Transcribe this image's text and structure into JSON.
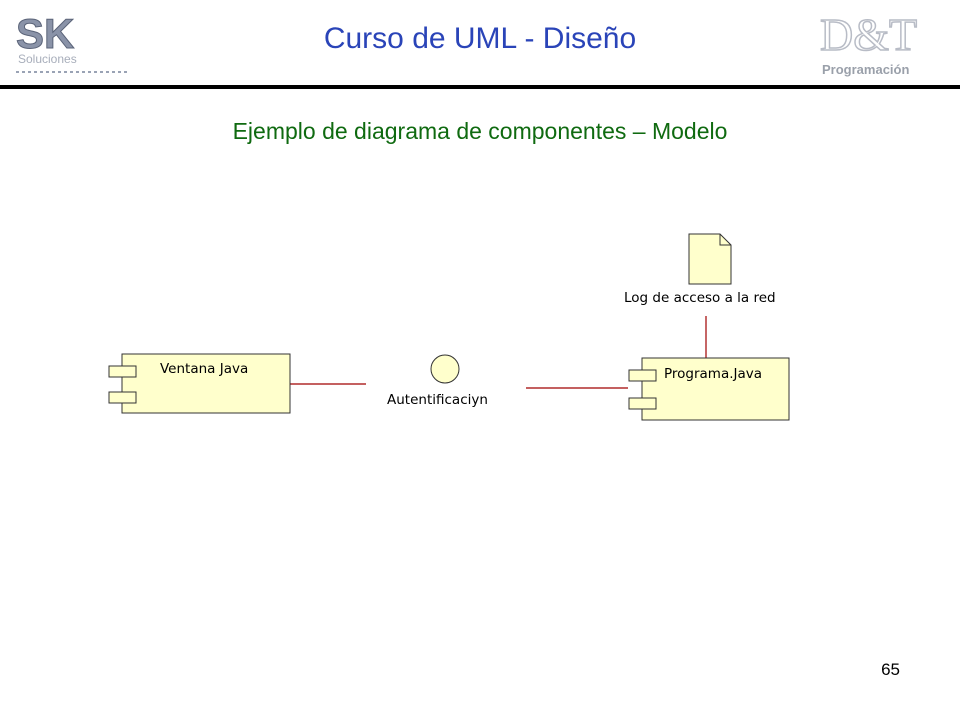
{
  "header": {
    "title": "Curso de UML - Diseño",
    "logo_left": {
      "text": "SK",
      "subtext": "Soluciones"
    },
    "logo_right": {
      "text": "D&T",
      "subtext": "Programación"
    }
  },
  "slide": {
    "subtitle": "Ejemplo de diagrama de componentes – Modelo",
    "page_number": "65"
  },
  "diagram": {
    "components": [
      {
        "label": "Ventana Java"
      },
      {
        "label": "Programa.Java"
      }
    ],
    "interface": {
      "label": "Autentificaciyn"
    },
    "artifact": {
      "label": "Log de acceso a la red"
    },
    "colors": {
      "fill": "#ffffcc",
      "stroke": "#a00000",
      "outline": "#333333"
    }
  }
}
